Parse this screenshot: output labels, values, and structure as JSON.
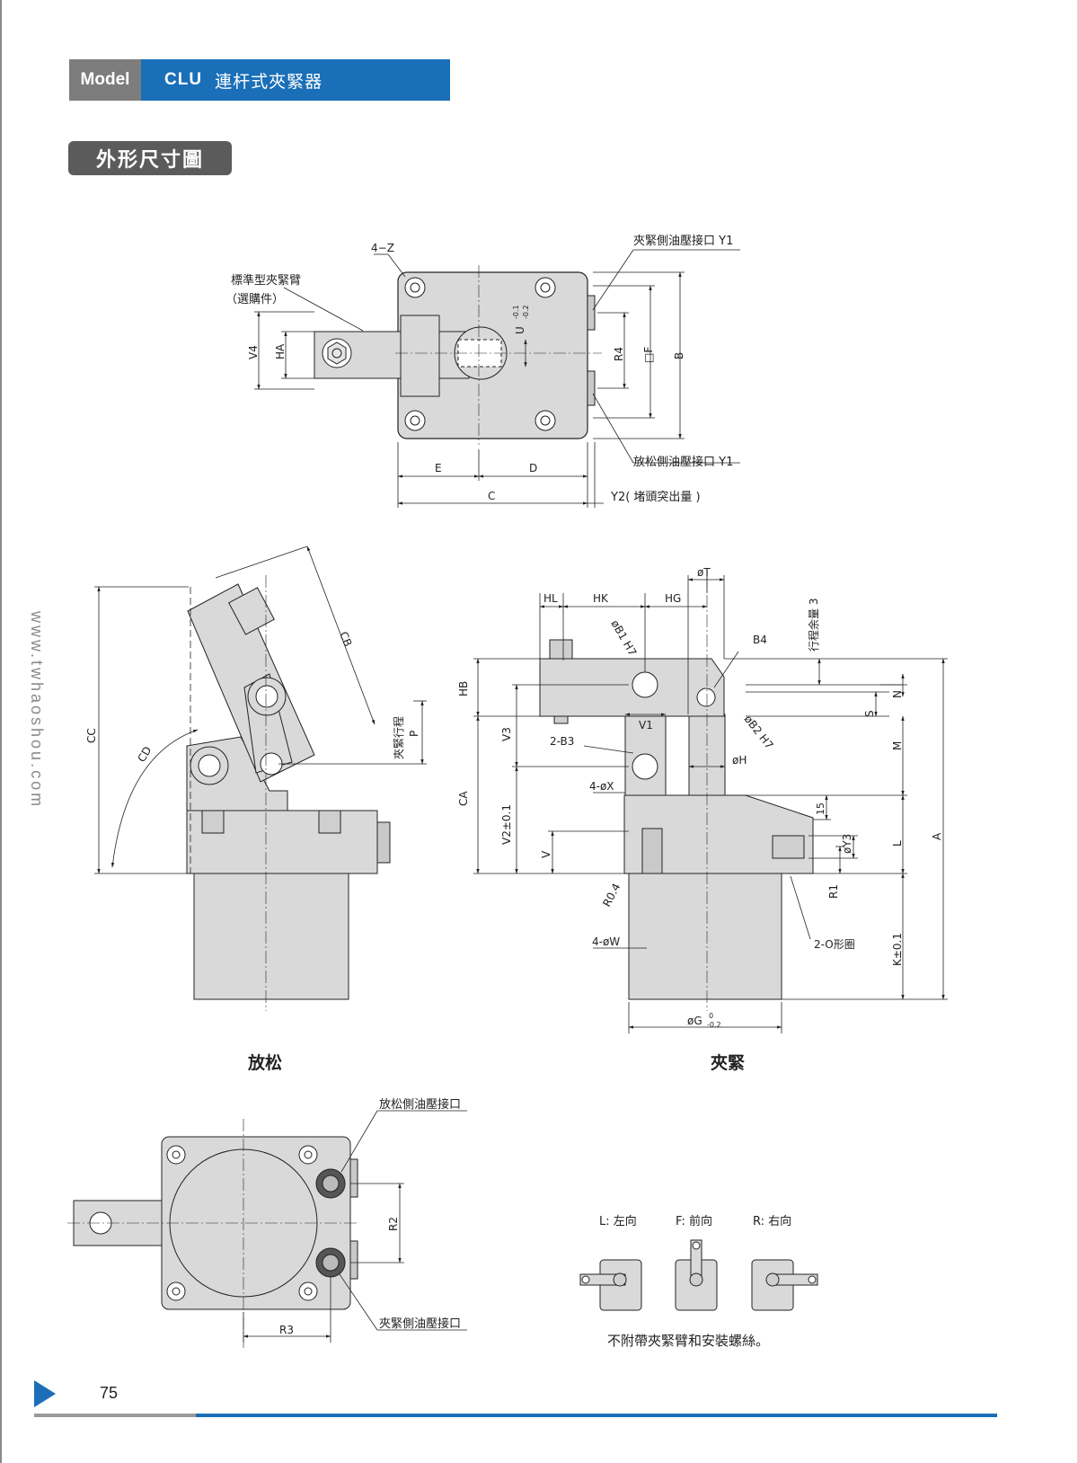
{
  "header": {
    "model_tag": "Model",
    "model_code": "CLU",
    "model_name": "連杆式夾緊器"
  },
  "section_title": "外形尺寸圖",
  "website": "www.twhaoshou.com",
  "top_view": {
    "labels": {
      "z_holes": "4−Z",
      "arm_line1": "標準型夾緊臂",
      "arm_line2": "（選購件）",
      "clamp_port": "夾緊側油壓接口 Y1",
      "release_port": "放松側油壓接口 Y1",
      "plug": "Y2( 堵頭突出量 )",
      "v4": "V4",
      "ha": "HA",
      "u": "U",
      "u_tol_top": "-0.1",
      "u_tol_bot": "-0.2",
      "r4": "R4",
      "f": "□F",
      "b": "B",
      "e": "E",
      "d": "D",
      "c": "C"
    }
  },
  "release_view": {
    "labels": {
      "cc": "CC",
      "cd": "CD",
      "cb": "CB",
      "stroke_line1": "夾緊行程",
      "stroke_line2": "P"
    },
    "caption": "放松"
  },
  "clamp_view": {
    "labels": {
      "hl": "HL",
      "hk": "HK",
      "hg": "HG",
      "t": "øT",
      "b1": "øB1 H7",
      "b4": "B4",
      "stroke_margin": "行程余量 3",
      "hb": "HB",
      "v3": "V3",
      "ca": "CA",
      "v1": "V1",
      "b3": "2-B3",
      "x": "4-øX",
      "h": "øH",
      "b2": "øB2 H7",
      "n": "N",
      "s": "S",
      "m": "M",
      "l": "L",
      "a": "A",
      "v2": "V2±0.1",
      "v": "V",
      "r04": "R0.4",
      "w": "4-øW",
      "y3": "øY3",
      "r1": "R1",
      "k": "K±0.1",
      "oring": "2-O形圈",
      "g": "øG",
      "g_tol_top": "0",
      "g_tol_bot": "-0.2",
      "dim15": "15"
    },
    "caption": "夾緊"
  },
  "bottom_view": {
    "labels": {
      "release_port": "放松側油壓接口",
      "clamp_port": "夾緊側油壓接口",
      "r2": "R2",
      "r3": "R3"
    }
  },
  "orientation": {
    "left": "L: 左向",
    "front": "F: 前向",
    "right": "R: 右向",
    "note": "不附帶夾緊臂和安裝螺絲。"
  },
  "footer": {
    "page_number": "75"
  },
  "colors": {
    "accent": "#1a6fb8",
    "tag_grey": "#7d7d7d",
    "body_grey": "#d9d9d9"
  }
}
